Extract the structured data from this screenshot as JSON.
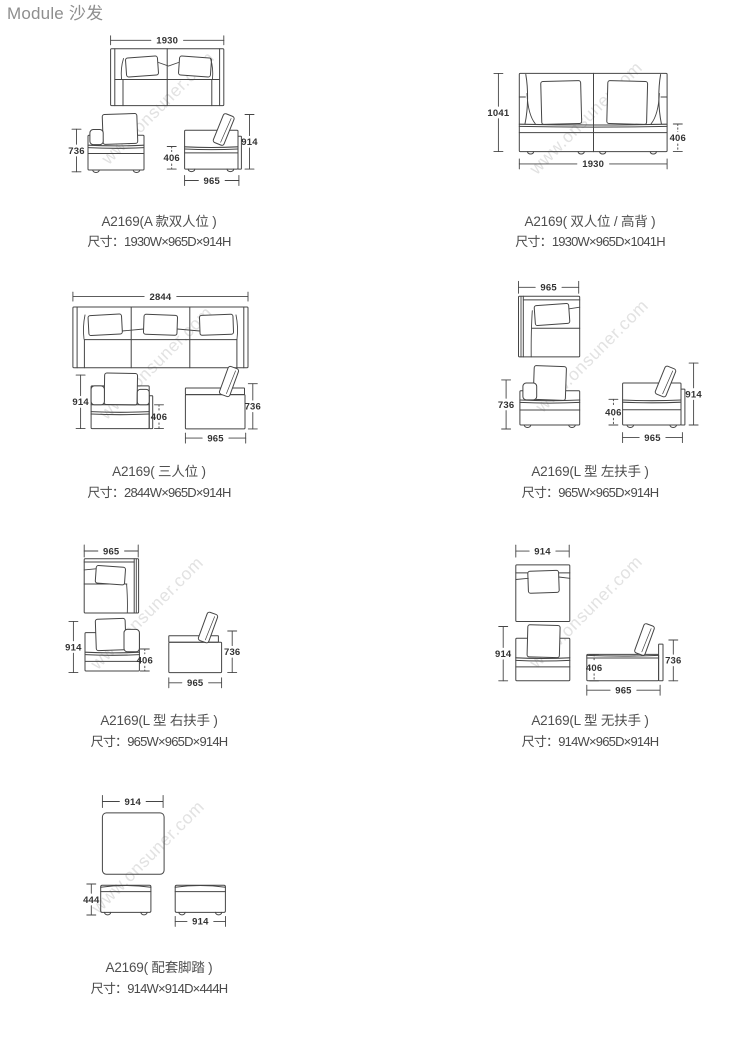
{
  "header": {
    "title": "Module 沙发"
  },
  "watermark_text": "www.onsuner.com",
  "colors": {
    "background": "#ffffff",
    "drawing_line": "#454545",
    "dimension_line": "#4a4a4a",
    "dimension_text": "#333333",
    "title_text": "#4f4f4f",
    "header_text": "#8e8e8e",
    "watermark": "#e2e2e2"
  },
  "blocks": [
    {
      "id": "a-two-seat",
      "title": "A2169(A 款双人位 )",
      "spec": "尺寸：1930W×965D×914H",
      "dims": {
        "width": "1930",
        "depth": "965",
        "height": "914",
        "seat_height": "406",
        "arm_height": "736"
      }
    },
    {
      "id": "two-seat-highback",
      "title": "A2169( 双人位 / 高背 )",
      "spec": "尺寸：1930W×965D×1041H",
      "dims": {
        "width": "1930",
        "height": "1041",
        "seat_height": "406"
      }
    },
    {
      "id": "three-seat",
      "title": "A2169( 三人位 )",
      "spec": "尺寸：2844W×965D×914H",
      "dims": {
        "width": "2844",
        "depth": "965",
        "height": "914",
        "seat_height": "406",
        "back_height": "736"
      }
    },
    {
      "id": "l-left-arm",
      "title": "A2169(L 型 左扶手 )",
      "spec": "尺寸：965W×965D×914H",
      "dims": {
        "width": "965",
        "depth": "965",
        "height": "914",
        "seat_height": "406",
        "arm_height": "736"
      }
    },
    {
      "id": "l-right-arm",
      "title": "A2169(L 型 右扶手 )",
      "spec": "尺寸：965W×965D×914H",
      "dims": {
        "width": "965",
        "depth": "965",
        "height": "914",
        "seat_height": "406",
        "back_height": "736"
      }
    },
    {
      "id": "l-armless",
      "title": "A2169(L 型 无扶手 )",
      "spec": "尺寸：914W×965D×914H",
      "dims": {
        "width": "914",
        "depth": "965",
        "height": "914",
        "seat_height": "406",
        "back_height": "736"
      }
    },
    {
      "id": "ottoman",
      "title": "A2169( 配套脚踏 )",
      "spec": "尺寸：914W×914D×444H",
      "dims": {
        "width": "914",
        "depth": "914",
        "height": "444"
      }
    }
  ]
}
